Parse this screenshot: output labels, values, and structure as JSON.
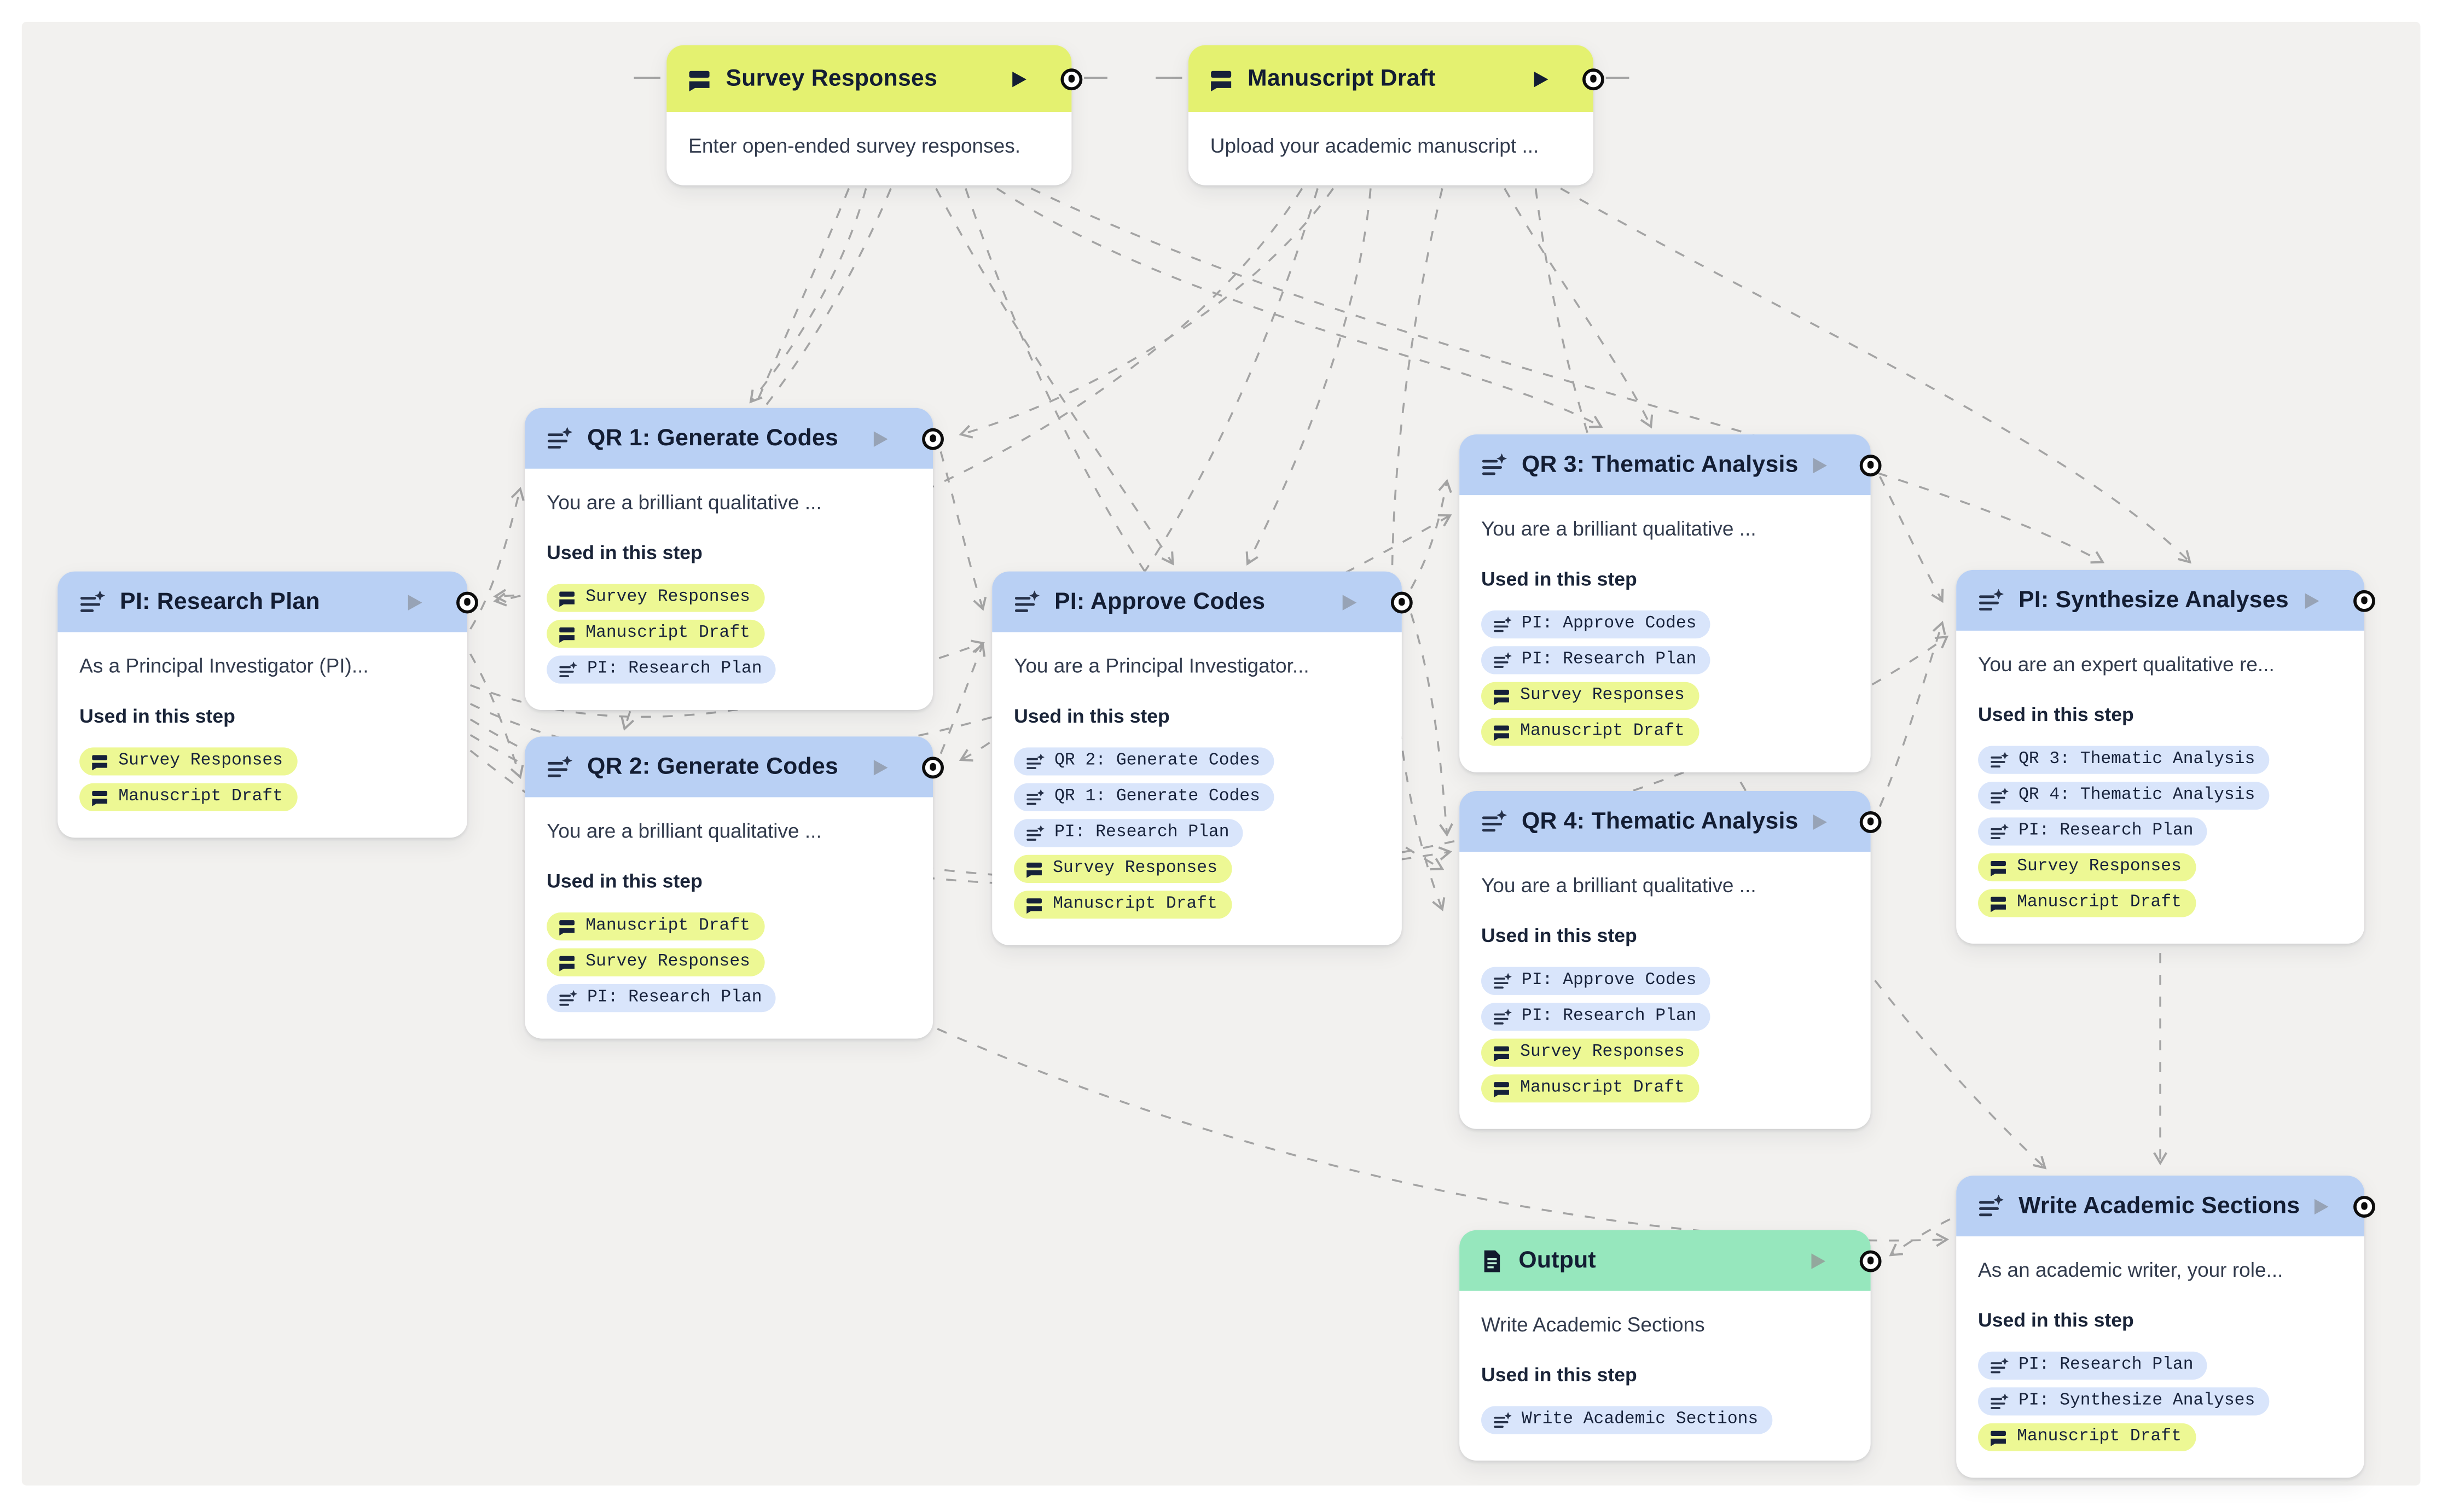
{
  "strings": {
    "used_in": "Used in this step"
  },
  "colors": {
    "canvas_bg": "#f2f1ef",
    "frame": "#ffffff",
    "input_header": "#e4f170",
    "prompt_header": "#b9d0f4",
    "output_header": "#96e7bd",
    "input_tag": "#edf894",
    "prompt_tag": "#d9e5fb",
    "edge_gray": "#a4a4a4",
    "text_dark": "#131d33"
  },
  "nodes": [
    {
      "id": "survey-responses",
      "type": "input",
      "icon": "input-field-icon",
      "title": "Survey Responses",
      "desc": "Enter open-ended survey responses.",
      "tags": []
    },
    {
      "id": "manuscript-draft",
      "type": "input",
      "icon": "input-field-icon",
      "title": "Manuscript Draft",
      "desc": "Upload your academic manuscript ...",
      "tags": []
    },
    {
      "id": "qr1-generate-codes",
      "type": "prompt",
      "icon": "prompt-icon",
      "title": "QR 1: Generate Codes",
      "desc": "You are a brilliant qualitative ...",
      "tags": [
        {
          "label": "Survey Responses",
          "kind": "input"
        },
        {
          "label": "Manuscript Draft",
          "kind": "input"
        },
        {
          "label": "PI: Research Plan",
          "kind": "prompt"
        }
      ]
    },
    {
      "id": "pi-research-plan",
      "type": "prompt",
      "icon": "prompt-icon",
      "title": "PI: Research Plan",
      "desc": "As a Principal Investigator (PI)...",
      "tags": [
        {
          "label": "Survey Responses",
          "kind": "input"
        },
        {
          "label": "Manuscript Draft",
          "kind": "input"
        }
      ]
    },
    {
      "id": "qr2-generate-codes",
      "type": "prompt",
      "icon": "prompt-icon",
      "title": "QR 2: Generate Codes",
      "desc": "You are a brilliant qualitative ...",
      "tags": [
        {
          "label": "Manuscript Draft",
          "kind": "input"
        },
        {
          "label": "Survey Responses",
          "kind": "input"
        },
        {
          "label": "PI: Research Plan",
          "kind": "prompt"
        }
      ]
    },
    {
      "id": "pi-approve-codes",
      "type": "prompt",
      "icon": "prompt-icon",
      "title": "PI: Approve Codes",
      "desc": "You are a Principal Investigator...",
      "tags": [
        {
          "label": "QR 2: Generate Codes",
          "kind": "prompt"
        },
        {
          "label": "QR 1: Generate Codes",
          "kind": "prompt"
        },
        {
          "label": "PI: Research Plan",
          "kind": "prompt"
        },
        {
          "label": "Survey Responses",
          "kind": "input"
        },
        {
          "label": "Manuscript Draft",
          "kind": "input"
        }
      ]
    },
    {
      "id": "qr3-thematic-analysis",
      "type": "prompt",
      "icon": "prompt-icon",
      "title": "QR 3: Thematic Analysis",
      "desc": "You are a brilliant qualitative ...",
      "tags": [
        {
          "label": "PI: Approve Codes",
          "kind": "prompt"
        },
        {
          "label": "PI: Research Plan",
          "kind": "prompt"
        },
        {
          "label": "Survey Responses",
          "kind": "input"
        },
        {
          "label": "Manuscript Draft",
          "kind": "input"
        }
      ]
    },
    {
      "id": "qr4-thematic-analysis",
      "type": "prompt",
      "icon": "prompt-icon",
      "title": "QR 4: Thematic Analysis",
      "desc": "You are a brilliant qualitative ...",
      "tags": [
        {
          "label": "PI: Approve Codes",
          "kind": "prompt"
        },
        {
          "label": "PI: Research Plan",
          "kind": "prompt"
        },
        {
          "label": "Survey Responses",
          "kind": "input"
        },
        {
          "label": "Manuscript Draft",
          "kind": "input"
        }
      ]
    },
    {
      "id": "pi-synthesize-analyses",
      "type": "prompt",
      "icon": "prompt-icon",
      "title": "PI: Synthesize Analyses",
      "desc": "You are an expert qualitative re...",
      "tags": [
        {
          "label": "QR 3: Thematic Analysis",
          "kind": "prompt"
        },
        {
          "label": "QR 4: Thematic Analysis",
          "kind": "prompt"
        },
        {
          "label": "PI: Research Plan",
          "kind": "prompt"
        },
        {
          "label": "Survey Responses",
          "kind": "input"
        },
        {
          "label": "Manuscript Draft",
          "kind": "input"
        }
      ]
    },
    {
      "id": "output",
      "type": "output",
      "icon": "document-icon",
      "title": "Output",
      "desc": "Write Academic Sections",
      "tags": [
        {
          "label": "Write Academic Sections",
          "kind": "prompt"
        }
      ]
    },
    {
      "id": "write-academic-sections",
      "type": "prompt",
      "icon": "prompt-icon",
      "title": "Write Academic Sections",
      "desc": "As an academic writer, your role...",
      "tags": [
        {
          "label": "PI: Research Plan",
          "kind": "prompt"
        },
        {
          "label": "PI: Synthesize Analyses",
          "kind": "prompt"
        },
        {
          "label": "Manuscript Draft",
          "kind": "input"
        }
      ]
    }
  ],
  "edges": [
    {
      "from": "survey-responses",
      "to": "qr1-generate-codes"
    },
    {
      "from": "survey-responses",
      "to": "qr2-generate-codes"
    },
    {
      "from": "survey-responses",
      "to": "pi-research-plan"
    },
    {
      "from": "survey-responses",
      "to": "pi-approve-codes"
    },
    {
      "from": "survey-responses",
      "to": "qr3-thematic-analysis"
    },
    {
      "from": "survey-responses",
      "to": "qr4-thematic-analysis"
    },
    {
      "from": "survey-responses",
      "to": "pi-synthesize-analyses"
    },
    {
      "from": "manuscript-draft",
      "to": "qr1-generate-codes"
    },
    {
      "from": "manuscript-draft",
      "to": "qr2-generate-codes"
    },
    {
      "from": "manuscript-draft",
      "to": "pi-research-plan"
    },
    {
      "from": "manuscript-draft",
      "to": "pi-approve-codes"
    },
    {
      "from": "manuscript-draft",
      "to": "qr3-thematic-analysis"
    },
    {
      "from": "manuscript-draft",
      "to": "qr4-thematic-analysis"
    },
    {
      "from": "manuscript-draft",
      "to": "pi-synthesize-analyses"
    },
    {
      "from": "manuscript-draft",
      "to": "write-academic-sections"
    },
    {
      "from": "pi-research-plan",
      "to": "qr1-generate-codes"
    },
    {
      "from": "pi-research-plan",
      "to": "qr2-generate-codes"
    },
    {
      "from": "pi-research-plan",
      "to": "pi-approve-codes"
    },
    {
      "from": "pi-research-plan",
      "to": "qr3-thematic-analysis"
    },
    {
      "from": "pi-research-plan",
      "to": "qr4-thematic-analysis"
    },
    {
      "from": "pi-research-plan",
      "to": "pi-synthesize-analyses"
    },
    {
      "from": "pi-research-plan",
      "to": "write-academic-sections"
    },
    {
      "from": "qr1-generate-codes",
      "to": "pi-approve-codes"
    },
    {
      "from": "qr2-generate-codes",
      "to": "pi-approve-codes"
    },
    {
      "from": "pi-approve-codes",
      "to": "qr3-thematic-analysis"
    },
    {
      "from": "pi-approve-codes",
      "to": "qr4-thematic-analysis"
    },
    {
      "from": "qr3-thematic-analysis",
      "to": "pi-synthesize-analyses"
    },
    {
      "from": "qr4-thematic-analysis",
      "to": "pi-synthesize-analyses"
    },
    {
      "from": "pi-synthesize-analyses",
      "to": "write-academic-sections"
    },
    {
      "from": "write-academic-sections",
      "to": "output"
    }
  ]
}
